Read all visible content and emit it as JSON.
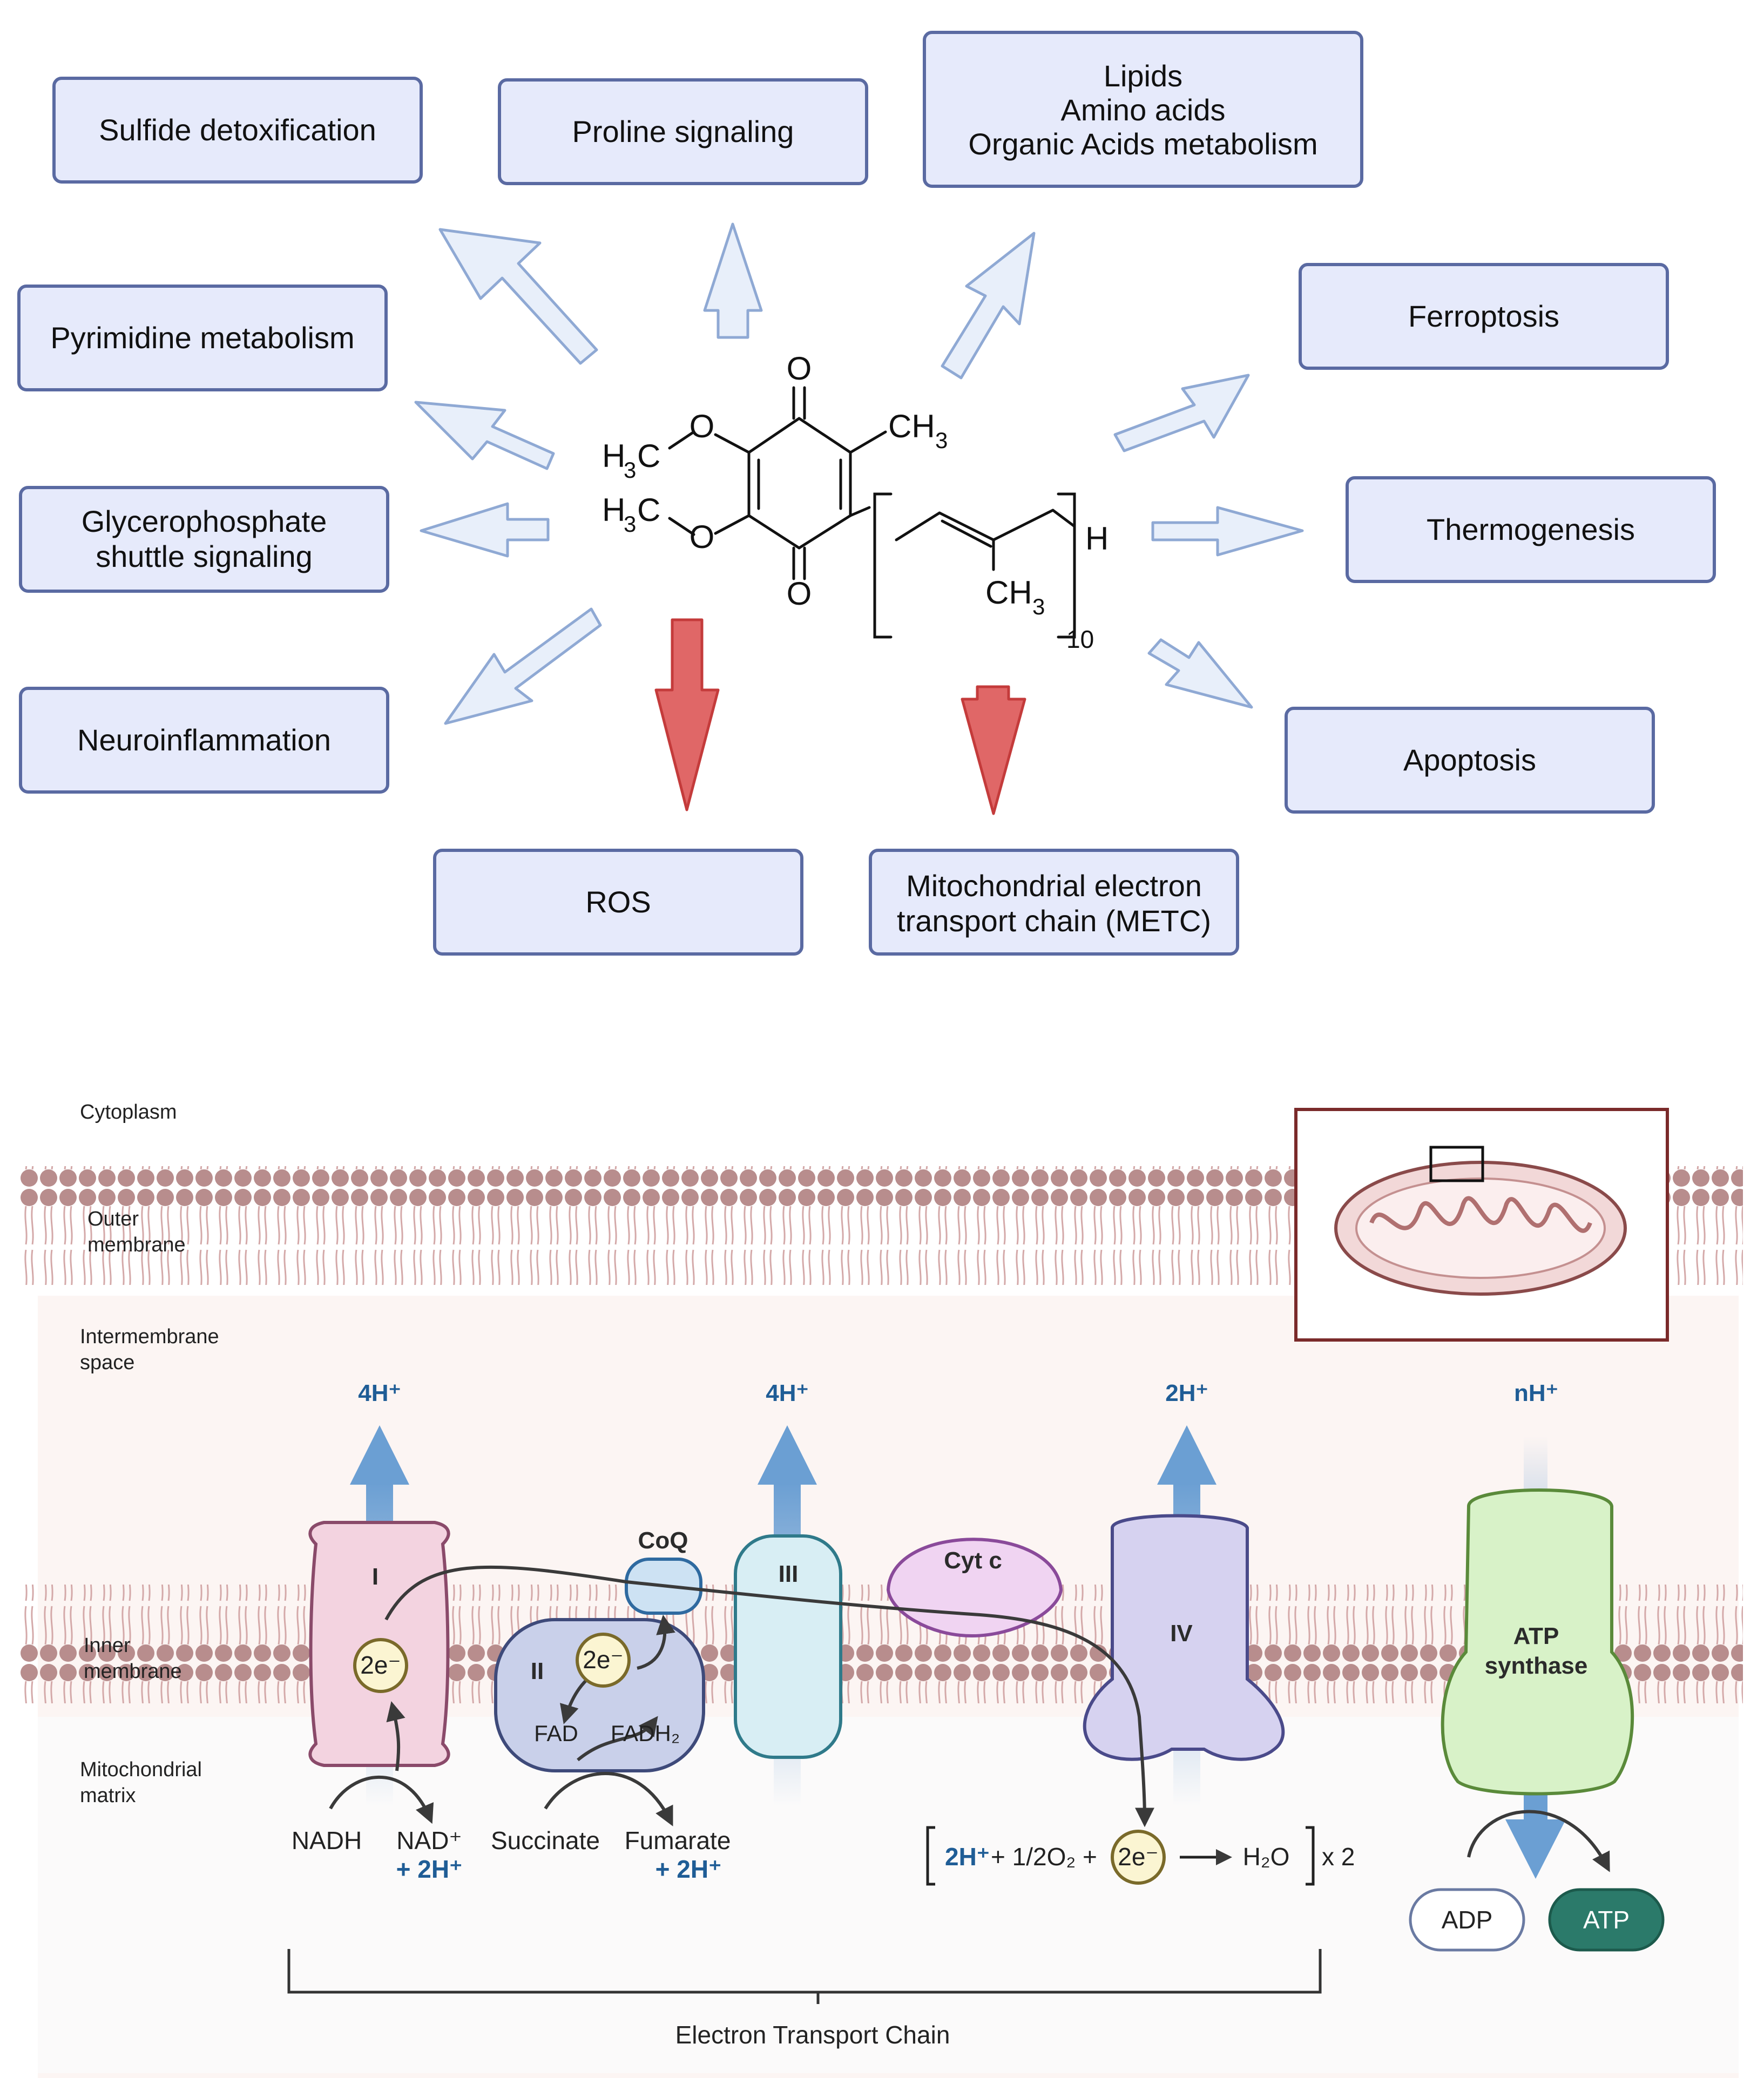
{
  "colors": {
    "box_fill": "#e6eafb",
    "box_stroke": "#5a6aa2",
    "light_arrow": "#e8effa",
    "light_arrow_stroke": "#8fa9d4",
    "red_arrow": "#e06767",
    "red_arrow_stroke": "#c43b3b",
    "lipid_head": "#b88d8d",
    "hplus": "#1f5d96",
    "atp": "#2b7a6a"
  },
  "top_boxes": {
    "sulfide": "Sulfide detoxification",
    "proline": "Proline signaling",
    "lipids_1": "Lipids",
    "lipids_2": "Amino acids",
    "lipids_3": "Organic Acids metabolism",
    "pyrimidine": "Pyrimidine metabolism",
    "ferroptosis": "Ferroptosis",
    "glycero_1": "Glycerophosphate",
    "glycero_2": "shuttle signaling",
    "thermogenesis": "Thermogenesis",
    "neuro": "Neuroinflammation",
    "apoptosis": "Apoptosis",
    "ros": "ROS",
    "metc_1": "Mitochondrial electron",
    "metc_2": "transport chain (METC)"
  },
  "molecule": {
    "o_top": "O",
    "o_bottom": "O",
    "o_methoxy1": "O",
    "o_methoxy2": "O",
    "h3c_1": "H",
    "h3c_2": "H",
    "sub3": "3",
    "c": "C",
    "ch3_top": "CH",
    "ch3_side": "CH",
    "h_end": "H",
    "repeat": "10"
  },
  "etc": {
    "cytoplasm": "Cytoplasm",
    "outer_1": "Outer",
    "outer_2": "membrane",
    "ims_1": "Intermembrane",
    "ims_2": "space",
    "inner_1": "Inner",
    "inner_2": "membrane",
    "matrix_1": "Mitochondrial",
    "matrix_2": "matrix",
    "h_1": "4H⁺",
    "h_3": "4H⁺",
    "h_4": "2H⁺",
    "h_atp": "nH⁺",
    "complex_1": "I",
    "complex_2": "II",
    "complex_3": "III",
    "complex_4": "IV",
    "coq": "CoQ",
    "cytc": "Cyt c",
    "atp_synthase_1": "ATP",
    "atp_synthase_2": "synthase",
    "electron": "2e⁻",
    "fad": "FAD",
    "fadh2": "FADH₂",
    "nadh": "NADH",
    "nad": "NAD⁺",
    "plus_2h": "+ 2H⁺",
    "succinate": "Succinate",
    "fumarate": "Fumarate",
    "eq_2h": "2H⁺",
    "eq_o2": "+ 1/2O₂ +",
    "eq_h2o": "H₂O",
    "eq_x2": "x 2",
    "adp": "ADP",
    "atp": "ATP",
    "chain_label": "Electron Transport Chain"
  }
}
